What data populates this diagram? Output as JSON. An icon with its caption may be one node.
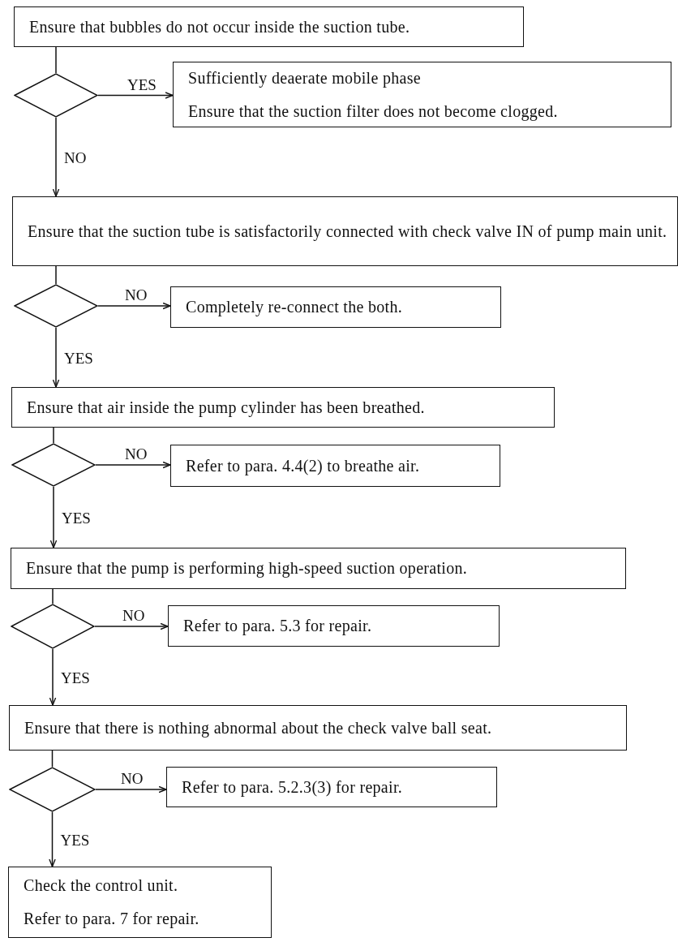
{
  "diagram": {
    "nodes": [
      {
        "text": [
          "Ensure that bubbles do not occur inside the suction tube."
        ]
      },
      {
        "text": [],
        "shape": "diamond"
      },
      {
        "text": [
          "Sufficiently deaerate mobile phase",
          "Ensure that the suction filter does not become clogged."
        ]
      },
      {
        "text": [
          "Ensure that the suction tube is satisfactorily connected with check valve IN of pump main unit."
        ]
      },
      {
        "text": [],
        "shape": "diamond"
      },
      {
        "text": [
          "Completely re-connect the both."
        ]
      },
      {
        "text": [
          "Ensure that air inside the pump cylinder has been breathed."
        ]
      },
      {
        "text": [],
        "shape": "diamond"
      },
      {
        "text": [
          "Refer to para. 4.4(2) to breathe air."
        ]
      },
      {
        "text": [
          "Ensure that the pump is performing high-speed suction operation."
        ]
      },
      {
        "text": [],
        "shape": "diamond"
      },
      {
        "text": [
          "Refer to para. 5.3 for repair."
        ]
      },
      {
        "text": [
          "Ensure that there is nothing abnormal about the check valve ball seat."
        ]
      },
      {
        "text": [],
        "shape": "diamond"
      },
      {
        "text": [
          "Refer to para. 5.2.3(3) for repair."
        ]
      },
      {
        "text": [
          "Check the control unit.",
          "Refer to para. 7 for repair."
        ]
      }
    ],
    "edges": [
      {
        "from": 0,
        "to": 1,
        "arrow": "none"
      },
      {
        "from": 1,
        "to": 2,
        "arrow": "to",
        "label": "YES"
      },
      {
        "from": 1,
        "to": 3,
        "arrow": "to",
        "label": "NO"
      },
      {
        "from": 3,
        "to": 4,
        "arrow": "none"
      },
      {
        "from": 4,
        "to": 5,
        "arrow": "to",
        "label": "NO"
      },
      {
        "from": 4,
        "to": 6,
        "arrow": "to",
        "label": "YES"
      },
      {
        "from": 6,
        "to": 7,
        "arrow": "none"
      },
      {
        "from": 7,
        "to": 8,
        "arrow": "to",
        "label": "NO"
      },
      {
        "from": 7,
        "to": 9,
        "arrow": "to",
        "label": "YES"
      },
      {
        "from": 9,
        "to": 10,
        "arrow": "none"
      },
      {
        "from": 10,
        "to": 11,
        "arrow": "to",
        "label": "NO"
      },
      {
        "from": 10,
        "to": 12,
        "arrow": "to",
        "label": "YES"
      },
      {
        "from": 12,
        "to": 13,
        "arrow": "none"
      },
      {
        "from": 13,
        "to": 14,
        "arrow": "to",
        "label": "NO"
      },
      {
        "from": 13,
        "to": 15,
        "arrow": "to",
        "label": "YES"
      }
    ]
  }
}
